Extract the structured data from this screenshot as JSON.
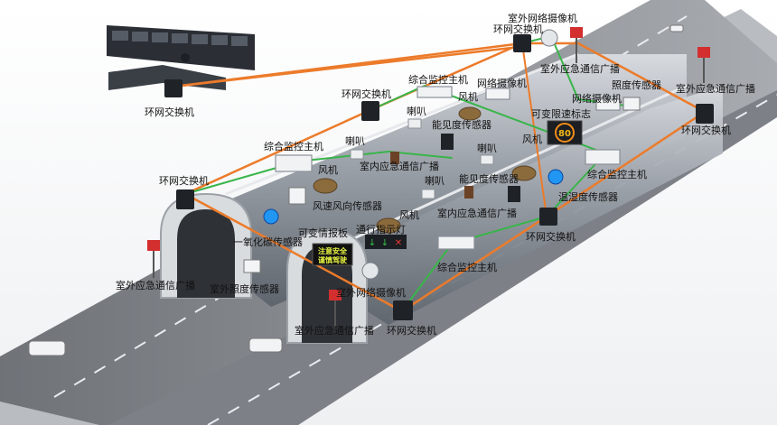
{
  "labels": {
    "ring_switch": "环网交换机",
    "outdoor_camera": "室外网络摄像机",
    "network_camera": "网络摄像机",
    "outdoor_broadcast": "室外应急通信广播",
    "indoor_broadcast": "室内应急通信广播",
    "monitor_host": "综合监控主机",
    "speaker": "喇叭",
    "fan": "风机",
    "visibility_sensor": "能见度传感器",
    "illuminance_sensor": "照度传感器",
    "outdoor_illuminance_sensor": "室外照度传感器",
    "variable_speed_sign": "可变限速标志",
    "variable_info_board": "可变情报板",
    "wind_sensor": "风速风向传感器",
    "co_sensor": "一氧化碳传感器",
    "temp_humidity_sensor": "温湿度传感器",
    "traffic_light": "通行指示灯"
  },
  "signs": {
    "speed_limit": "80",
    "info_line1": "注意安全",
    "info_line2": "谨慎驾驶"
  },
  "colors": {
    "link_orange": "#ec7b2a",
    "link_green": "#39b54a",
    "tunnel_grey": "#9aa0a6",
    "road_grey": "#8c9095",
    "broadcast_red": "#d32f2f",
    "sign_green": "#1f9d3a"
  }
}
